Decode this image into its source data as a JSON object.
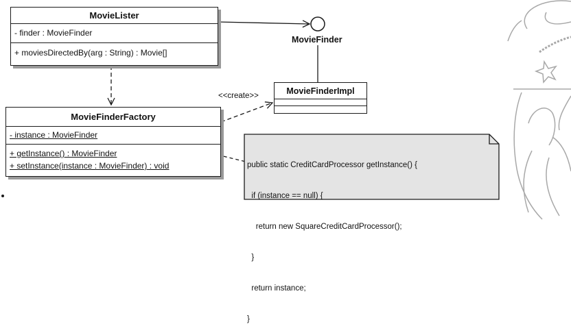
{
  "classes": {
    "movie_lister": {
      "name": "MovieLister",
      "attributes": [
        "- finder : MovieFinder"
      ],
      "operations": [
        "+ moviesDirectedBy(arg : String) : Movie[]"
      ]
    },
    "movie_finder_impl": {
      "name": "MovieFinderImpl"
    },
    "movie_finder_factory": {
      "name": "MovieFinderFactory",
      "attributes": [
        "- instance : MovieFinder"
      ],
      "operations": [
        "+ getInstance() : MovieFinder",
        "+ setInstance(instance : MovieFinder) : void"
      ]
    }
  },
  "interface": {
    "name": "MovieFinder"
  },
  "relations": {
    "create_label": "<<create>>"
  },
  "note": {
    "lines": [
      "public static CreditCardProcessor getInstance() {",
      "  if (instance == null) {",
      "    return new SquareCreditCardProcessor();",
      "  }",
      "  return instance;",
      "}"
    ]
  },
  "colors": {
    "line": "#1a1a1a",
    "note_fill": "#e4e4e4",
    "shadow": "#9a9a9a",
    "decoration": "#a8a8a8"
  }
}
